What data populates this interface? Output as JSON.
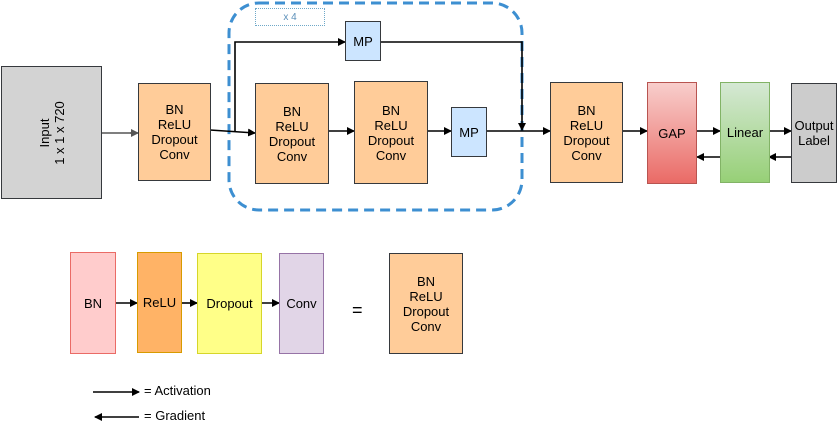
{
  "loop_repeat_label": "x 4",
  "input_block": {
    "line1": "Input",
    "line2": "1 x 1 x 720"
  },
  "composite_block_lines": [
    "BN",
    "ReLU",
    "Dropout",
    "Conv"
  ],
  "mp_label": "MP",
  "gap_label": "GAP",
  "linear_label": "Linear",
  "output_block": {
    "line1": "Output",
    "line2": "Label"
  },
  "legend": {
    "bn": "BN",
    "relu": "ReLU",
    "dropout": "Dropout",
    "conv": "Conv",
    "equals": "=",
    "activation_label": "=  Activation",
    "gradient_label": "=  Gradient"
  },
  "colors": {
    "composite_fill": "#ffcc99",
    "mp_fill": "#cce5ff",
    "loop_border": "#3d8fd1",
    "gap_fill": "#ea6b66",
    "linear_fill": "#97d077",
    "bn_fill": "#ffcccc",
    "relu_fill": "#ffb366",
    "dropout_fill": "#ffff88",
    "conv_fill": "#e1d5e7"
  }
}
